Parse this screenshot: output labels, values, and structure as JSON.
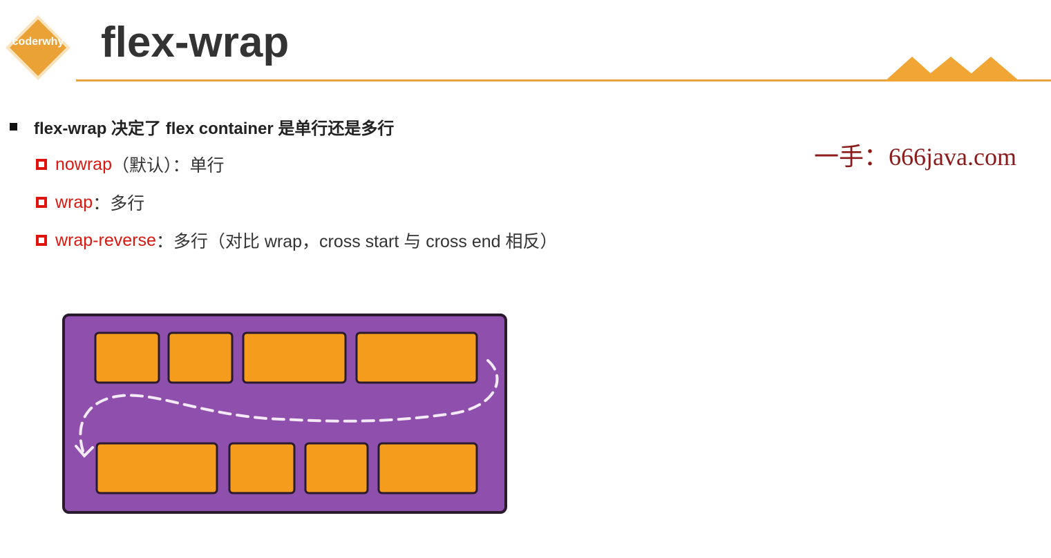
{
  "header": {
    "logo_text": "coderwhy",
    "title": "flex-wrap",
    "accent_color": "#e8a33d"
  },
  "content": {
    "main_point": "flex-wrap 决定了 flex container 是单行还是多行",
    "options": [
      {
        "keyword": "nowrap",
        "desc": "（默认）：单行"
      },
      {
        "keyword": "wrap",
        "desc": "：多行"
      },
      {
        "keyword": "wrap-reverse",
        "desc": "：多行（对比 wrap，cross start 与 cross end 相反）"
      }
    ]
  },
  "watermark": "一手：666java.com",
  "illustration": {
    "container_color": "#8f50ad",
    "item_color": "#f59c1d",
    "row1_items": 4,
    "row2_items": 4
  }
}
